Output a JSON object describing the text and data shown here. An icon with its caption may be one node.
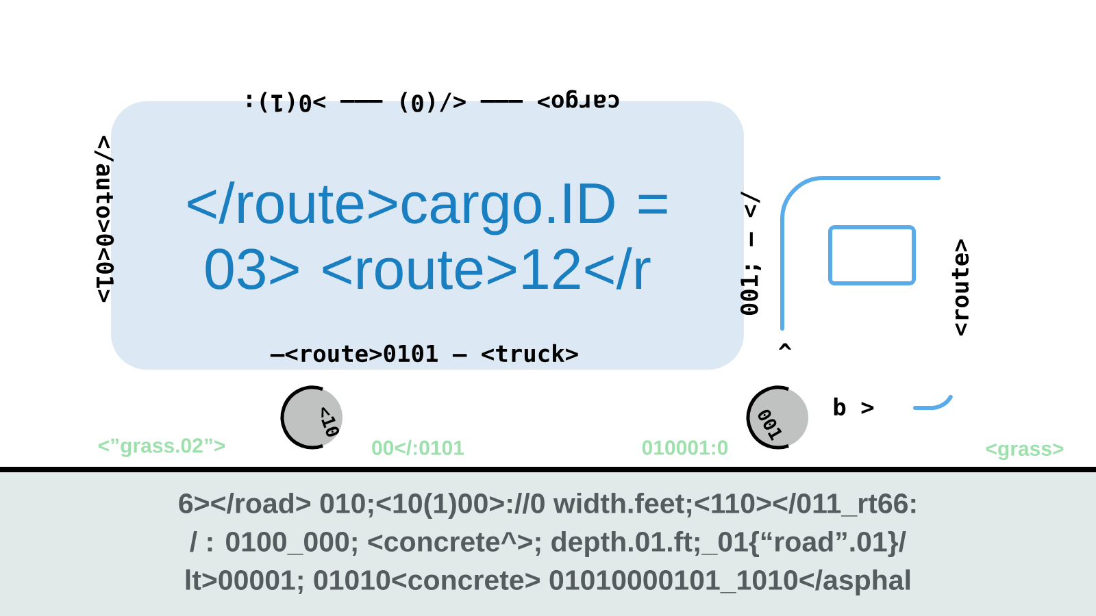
{
  "diagram": {
    "nodes": [
      {
        "text": [
          "</route>cargo.ID = 03> <route>12</r"
        ]
      },
      {
        "text": [
          "6></road> 010;<10(1)00>://0  width.feet;<110></011_rt66:",
          "/ : 0100_000;  <concrete^>;  depth.01.ft;_01{“road”.01}/",
          "lt>00001;  01010<concrete> 01010000101_1010</asphal"
        ]
      }
    ],
    "labels": [
      "cargo> ——— </(0) ——— >0(1):",
      "</auto>0<01>",
      "001; — </",
      "—<route>0101 — <truck>",
      "<route>",
      "^",
      "b >",
      "<10",
      "001",
      "<”grass.02”>",
      "00</:0101",
      "010001:0",
      "<grass>"
    ]
  }
}
